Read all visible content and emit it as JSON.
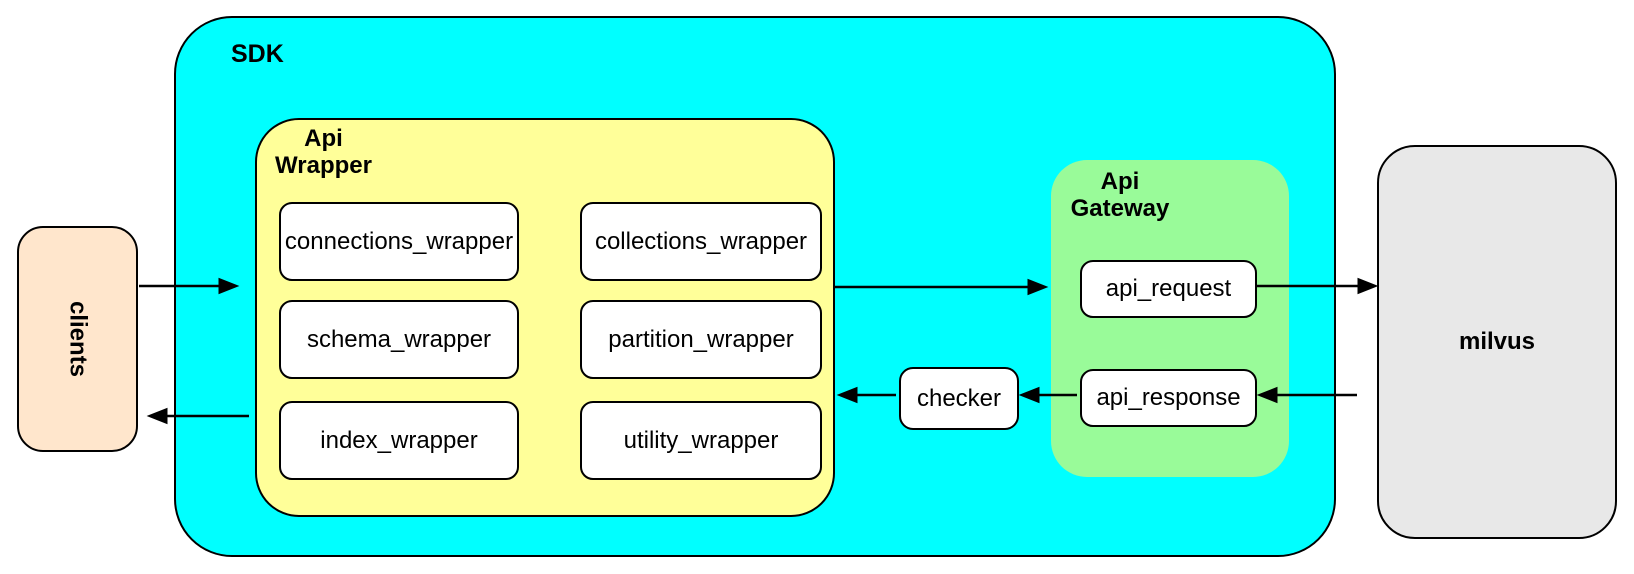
{
  "diagram": {
    "clients": {
      "label": "clients"
    },
    "sdk": {
      "label": "SDK",
      "api_wrapper": {
        "label_line1": "Api",
        "label_line2": "Wrapper",
        "boxes": [
          "connections_wrapper",
          "collections_wrapper",
          "schema_wrapper",
          "partition_wrapper",
          "index_wrapper",
          "utility_wrapper"
        ]
      },
      "checker": {
        "label": "checker"
      },
      "api_gateway": {
        "label_line1": "Api",
        "label_line2": "Gateway",
        "request_label": "api_request",
        "response_label": "api_response"
      }
    },
    "milvus": {
      "label": "milvus"
    },
    "arrows": [
      "clients-to-sdk",
      "sdk-to-clients",
      "api-wrapper-to-api-gateway",
      "api-request-to-milvus",
      "milvus-to-api-response",
      "api-response-to-checker",
      "checker-to-api-wrapper"
    ],
    "colors": {
      "sdk_fill": "#00FFFF",
      "api_wrapper_fill": "#FFFF99",
      "api_gateway_fill": "#99FB99",
      "clients_fill": "#FFE6CC",
      "milvus_fill": "#E8E8E8",
      "leaf_box_fill": "#FFFFFF",
      "border": "#000000"
    }
  }
}
